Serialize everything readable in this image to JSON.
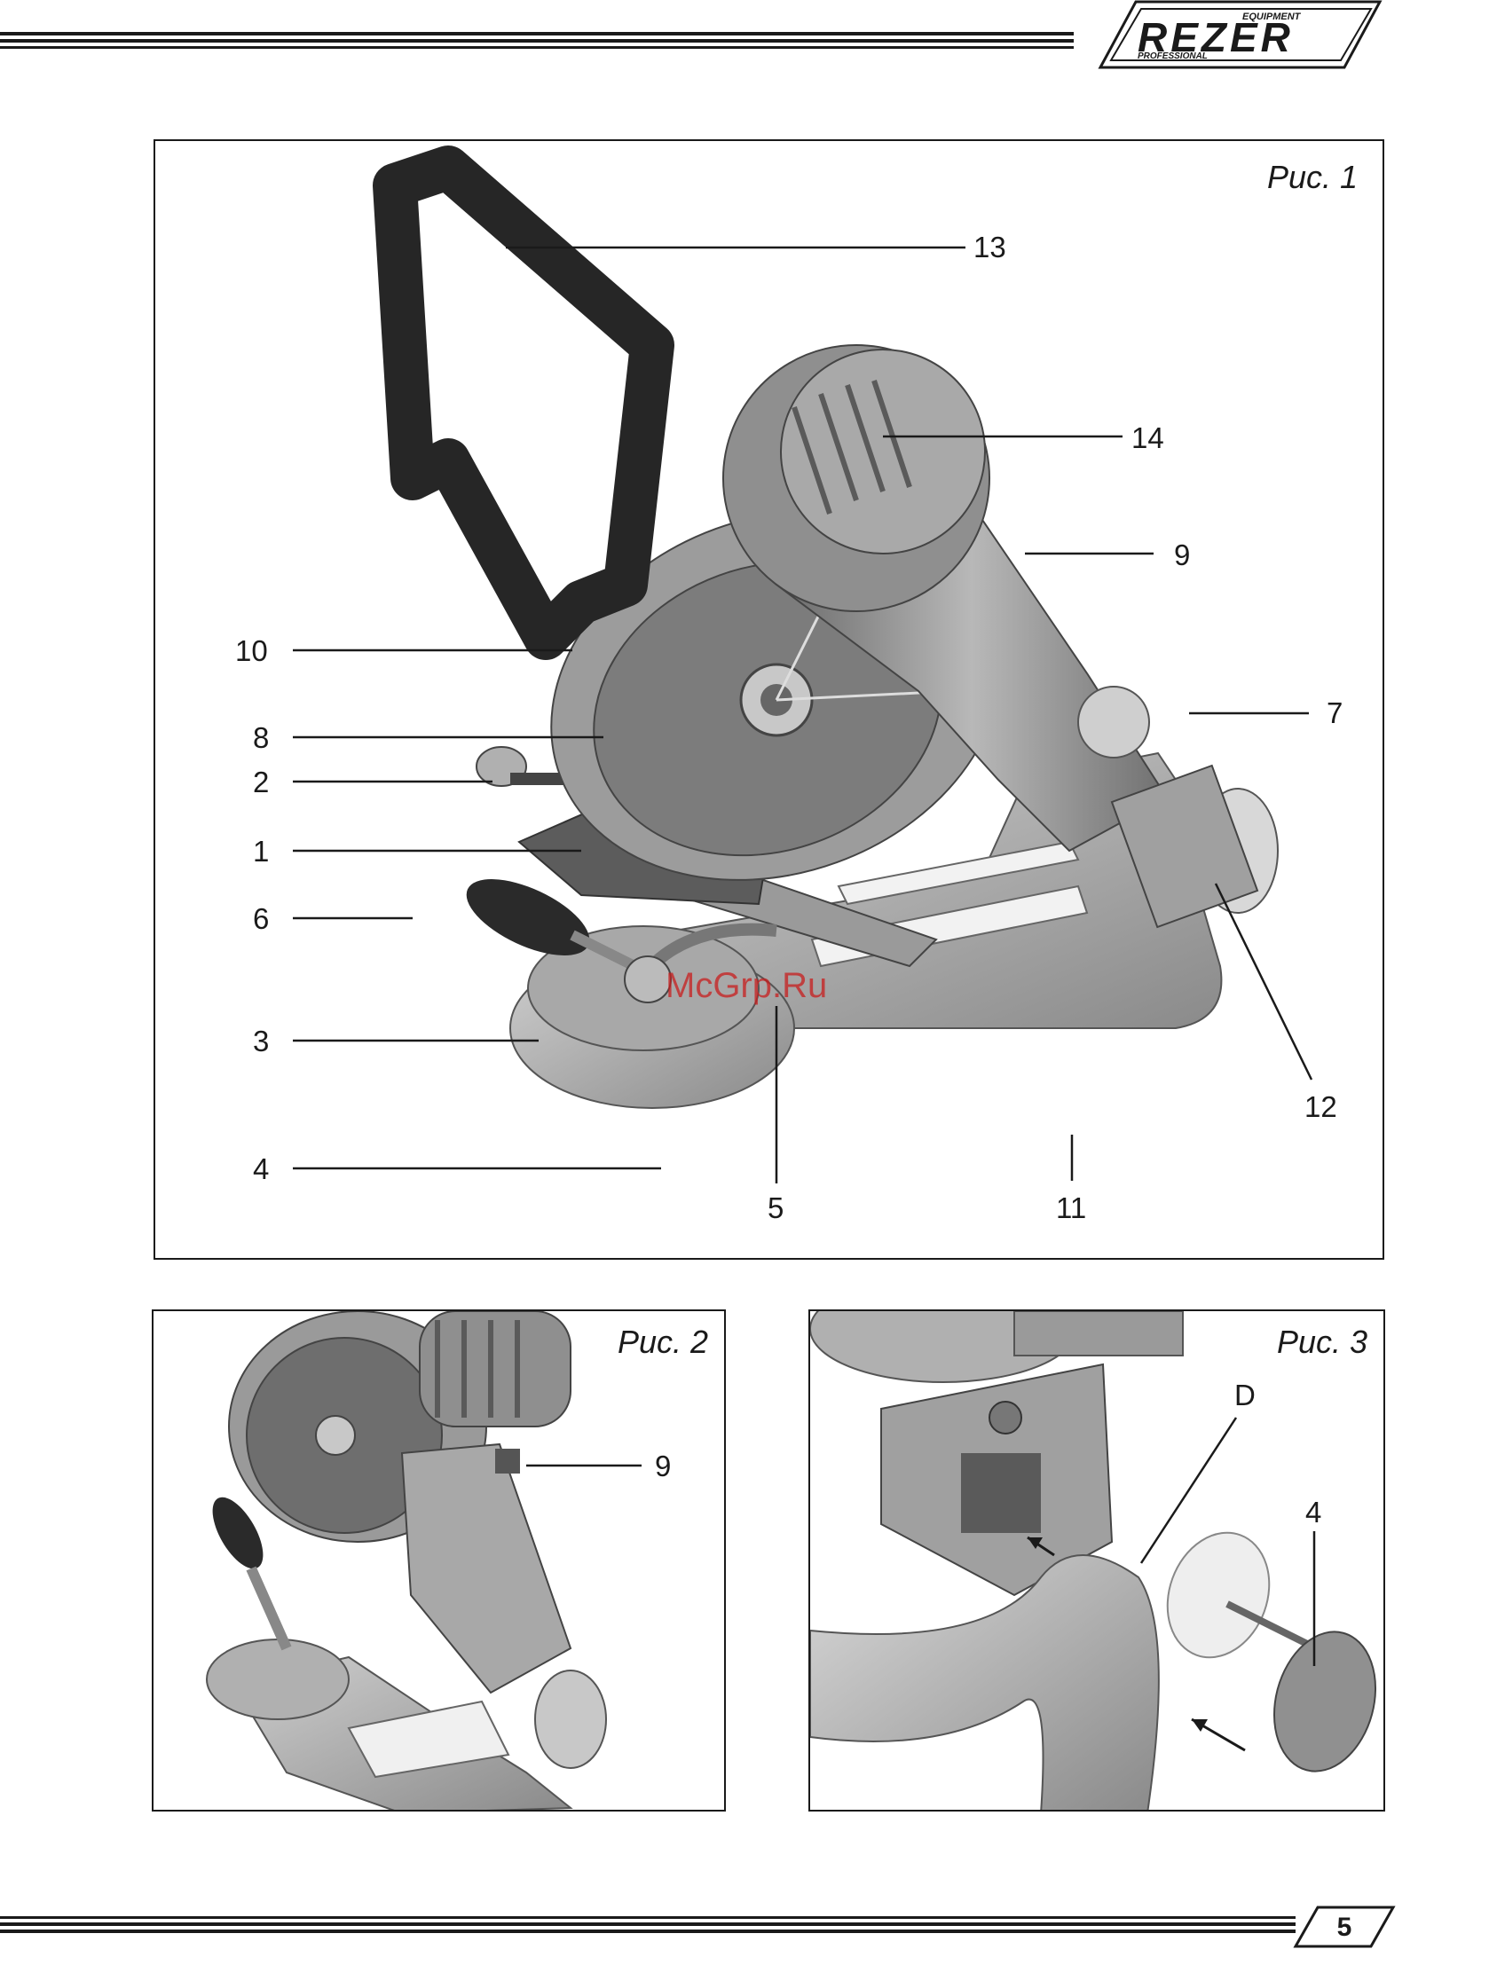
{
  "header": {
    "brand": "REZER",
    "brand_top": "EQUIPMENT",
    "brand_bottom": "PROFESSIONAL"
  },
  "watermark": "McGrp.Ru",
  "figures": {
    "fig1": {
      "title": "Рис. 1",
      "callouts": [
        "13",
        "14",
        "9",
        "10",
        "7",
        "8",
        "2",
        "1",
        "6",
        "3",
        "12",
        "4",
        "5",
        "11"
      ]
    },
    "fig2": {
      "title": "Рис. 2",
      "callouts": [
        "9"
      ]
    },
    "fig3": {
      "title": "Рис. 3",
      "callouts": [
        "D",
        "4"
      ]
    }
  },
  "footer": {
    "page_number": "5"
  },
  "colors": {
    "ink": "#1a1a1a",
    "watermark": "#c81e1e"
  }
}
